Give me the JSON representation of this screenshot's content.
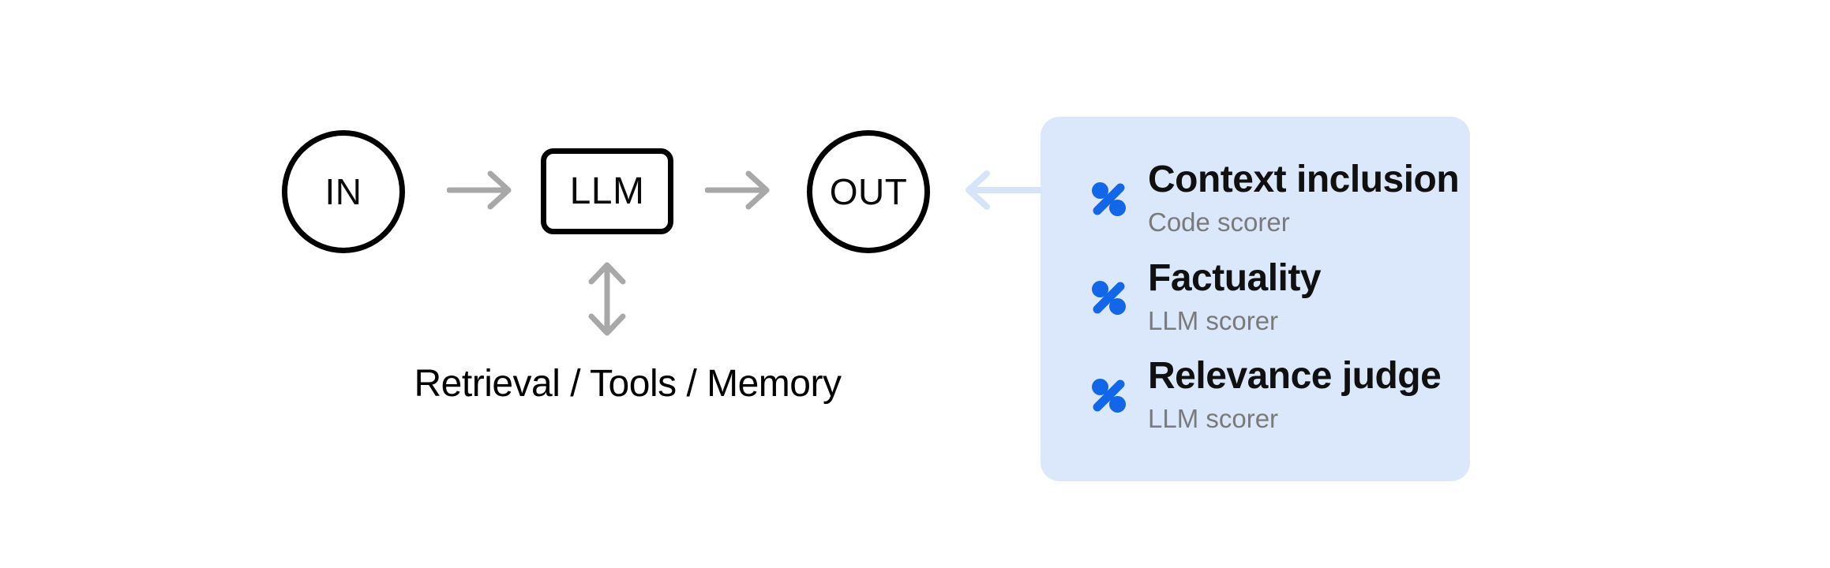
{
  "diagram": {
    "input_node": {
      "label": "IN"
    },
    "llm_node": {
      "label": "LLM"
    },
    "output_node": {
      "label": "OUT"
    },
    "attachments_label": "Retrieval / Tools / Memory",
    "icons": {
      "flow_arrows": "arrow-right-icon",
      "attachments_arrow": "arrow-up-down-icon",
      "scorer_arrow": "arrow-left-icon"
    }
  },
  "scorers_panel": {
    "items": [
      {
        "icon": "scorer-percent-icon",
        "title": "Context inclusion",
        "subtitle": "Code scorer"
      },
      {
        "icon": "scorer-percent-icon",
        "title": "Factuality",
        "subtitle": "LLM scorer"
      },
      {
        "icon": "scorer-percent-icon",
        "title": "Relevance judge",
        "subtitle": "LLM scorer"
      }
    ]
  },
  "colors": {
    "background": "#ffffff",
    "node_stroke": "#000000",
    "flow_arrow_gray": "#a8a8a8",
    "panel_background": "#dbe8fb",
    "panel_arrow_blue": "#d6e4f9",
    "scorer_icon_blue": "#1266e8",
    "title_text": "#101010",
    "subtitle_text": "#7a7a7a"
  }
}
